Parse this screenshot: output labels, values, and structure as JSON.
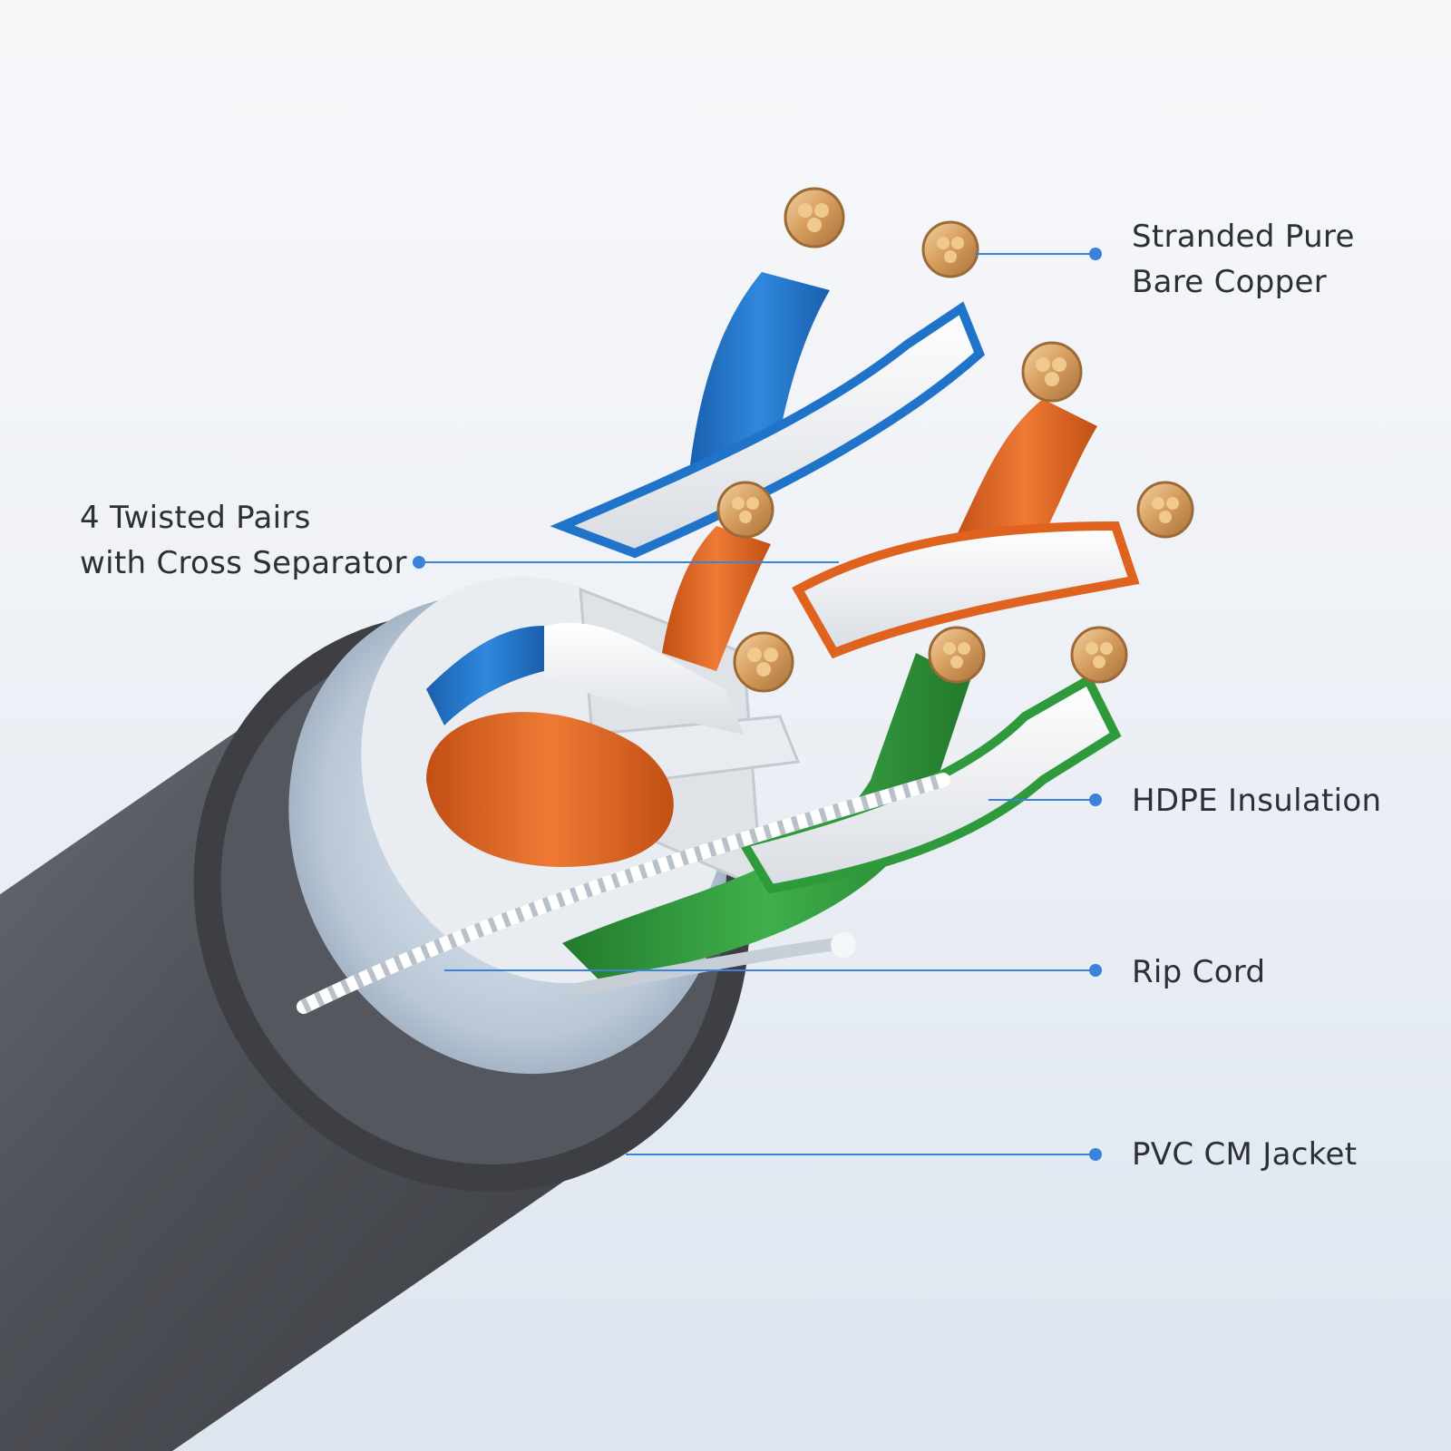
{
  "labels": {
    "copper": {
      "line1": "Stranded Pure",
      "line2": "Bare Copper"
    },
    "pairs": {
      "line1": "4 Twisted Pairs",
      "line2": "with Cross Separator"
    },
    "insulation": {
      "text": "HDPE Insulation"
    },
    "ripcord": {
      "text": "Rip Cord"
    },
    "jacket": {
      "text": "PVC CM Jacket"
    }
  },
  "colors": {
    "leader": "#3b82d9",
    "jacket": "#4a4d52",
    "blue_wire": "#1f74c9",
    "orange_wire": "#e0621f",
    "green_wire": "#2f9a3c",
    "white_wire": "#f4f5f7",
    "copper": "#d6a66a",
    "foil": "#c9d6e3"
  },
  "icons": [
    "cable-cross-section-illustration"
  ]
}
